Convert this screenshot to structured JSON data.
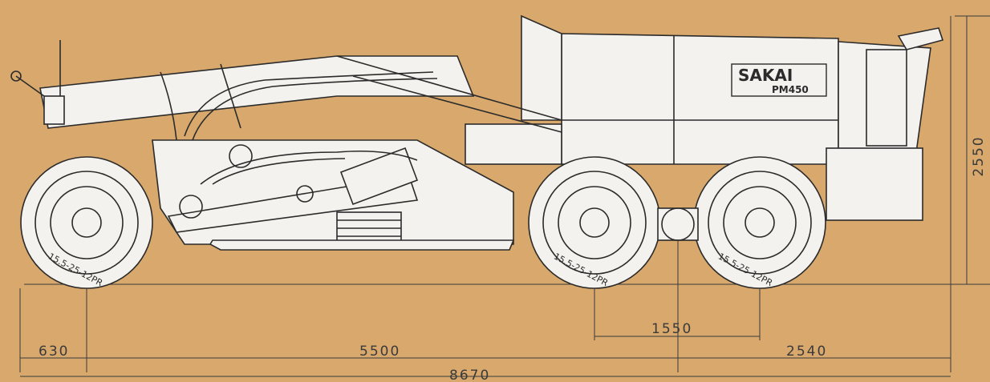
{
  "logo": {
    "brand": "SAKAI",
    "model": "PM450"
  },
  "tire_marking": "15.5-25-12PR",
  "dimensions": {
    "front_overhang": "630",
    "wheelbase_front": "5500",
    "tandem_spacing": "1550",
    "rear_overhang": "2540",
    "overall_length": "8670",
    "overall_height": "2550"
  }
}
